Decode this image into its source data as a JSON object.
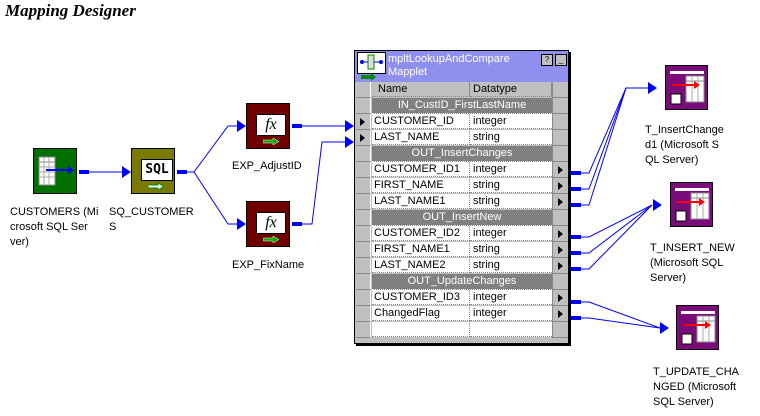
{
  "title": "Mapping Designer",
  "colors": {
    "wire": "#0000ff",
    "source": "#007000",
    "source_qualifier": "#7a7a00",
    "expression": "#700000",
    "target": "#7a0c7a",
    "mapplet_header": "#8f8fef"
  },
  "nodes": {
    "source": {
      "label": "CUSTOMERS (Mi\ncrosoft SQL Ser\nver)",
      "icon": "table-icon"
    },
    "source_qualifier": {
      "label": "SQ_CUSTOMER\nS",
      "icon_text": "SQL"
    },
    "exp_adjust": {
      "label": "EXP_AdjustID",
      "icon_text": "fx"
    },
    "exp_fix": {
      "label": "EXP_FixName",
      "icon_text": "fx"
    },
    "target1": {
      "label": "T_InsertChange\nd1 (Microsoft S\nQL Server)"
    },
    "target2": {
      "label": "T_INSERT_NEW\n(Microsoft SQL\nServer)"
    },
    "target3": {
      "label": "T_UPDATE_CHA\nNGED (Microsoft\nSQL Server)"
    }
  },
  "mapplet": {
    "title": "mpltLookupAndCompare\nMapplet",
    "help_button": "?",
    "minimize_button": "_",
    "columns": [
      "Name",
      "Datatype"
    ],
    "rows": [
      {
        "type": "group",
        "name": "IN_CustID_FirstLastName"
      },
      {
        "type": "port",
        "name": "CUSTOMER_ID",
        "datatype": "integer",
        "in": true
      },
      {
        "type": "port",
        "name": "LAST_NAME",
        "datatype": "string",
        "in": true
      },
      {
        "type": "group",
        "name": "OUT_InsertChanges"
      },
      {
        "type": "port",
        "name": "CUSTOMER_ID1",
        "datatype": "integer",
        "out": true
      },
      {
        "type": "port",
        "name": "FIRST_NAME",
        "datatype": "string",
        "out": true
      },
      {
        "type": "port",
        "name": "LAST_NAME1",
        "datatype": "string",
        "out": true
      },
      {
        "type": "group",
        "name": "OUT_InsertNew"
      },
      {
        "type": "port",
        "name": "CUSTOMER_ID2",
        "datatype": "integer",
        "out": true
      },
      {
        "type": "port",
        "name": "FIRST_NAME1",
        "datatype": "string",
        "out": true
      },
      {
        "type": "port",
        "name": "LAST_NAME2",
        "datatype": "string",
        "out": true
      },
      {
        "type": "group",
        "name": "OUT_UpdateChanges"
      },
      {
        "type": "port",
        "name": "CUSTOMER_ID3",
        "datatype": "integer",
        "out": true
      },
      {
        "type": "port",
        "name": "ChangedFlag",
        "datatype": "integer",
        "out": true
      },
      {
        "type": "empty",
        "name": "",
        "datatype": ""
      }
    ]
  }
}
